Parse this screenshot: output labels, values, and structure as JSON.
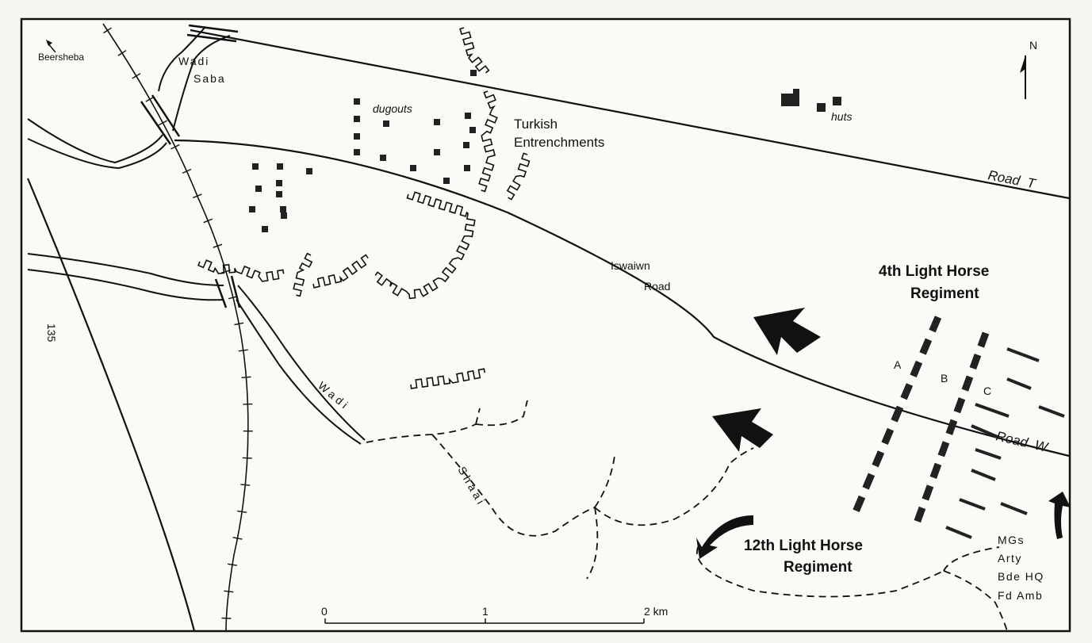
{
  "map": {
    "places": {
      "beersheba": "Beersheba",
      "wadi_saba_1": "Wadi",
      "wadi_saba_2": "Saba",
      "dugouts": "dugouts",
      "huts": "huts",
      "turkish_1": "Turkish",
      "turkish_2": "Entrenchments",
      "iswaiwn_1": "Iswaiwn",
      "iswaiwn_2": "Road",
      "road_t": "Road  T",
      "road_w": "Road  W",
      "wadi_shaai_1": "Wadi",
      "wadi_shaai_2": "Shaai",
      "height": "135"
    },
    "units": {
      "lh4_1": "4th Light Horse",
      "lh4_2": "Regiment",
      "lh12_1": "12th Light Horse",
      "lh12_2": "Regiment",
      "wave_a": "A",
      "wave_b": "B",
      "wave_c": "C",
      "support": [
        "MGs",
        "Arty",
        "Bde HQ",
        "Fd Amb"
      ]
    },
    "north_label": "N",
    "scale": {
      "ticks": [
        "0",
        "1",
        "2 km"
      ]
    }
  }
}
